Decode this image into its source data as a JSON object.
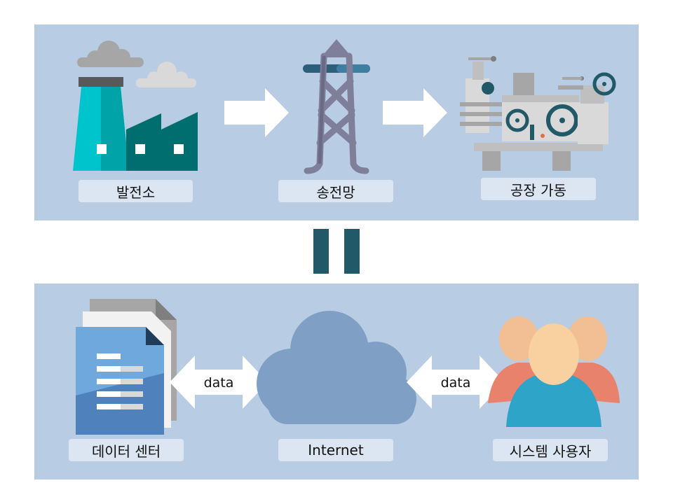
{
  "top_row": {
    "power_plant_label": "발전소",
    "grid_label": "송전망",
    "factory_label": "공장 가동"
  },
  "bottom_row": {
    "datacenter_label": "데이터 센터",
    "internet_label": "Internet",
    "users_label": "시스템 사용자",
    "left_arrow_text": "data",
    "right_arrow_text": "data"
  },
  "colors": {
    "panel_bg": "#b8cce4",
    "label_bg": "#dce6f2",
    "equals_sign": "#215968"
  }
}
